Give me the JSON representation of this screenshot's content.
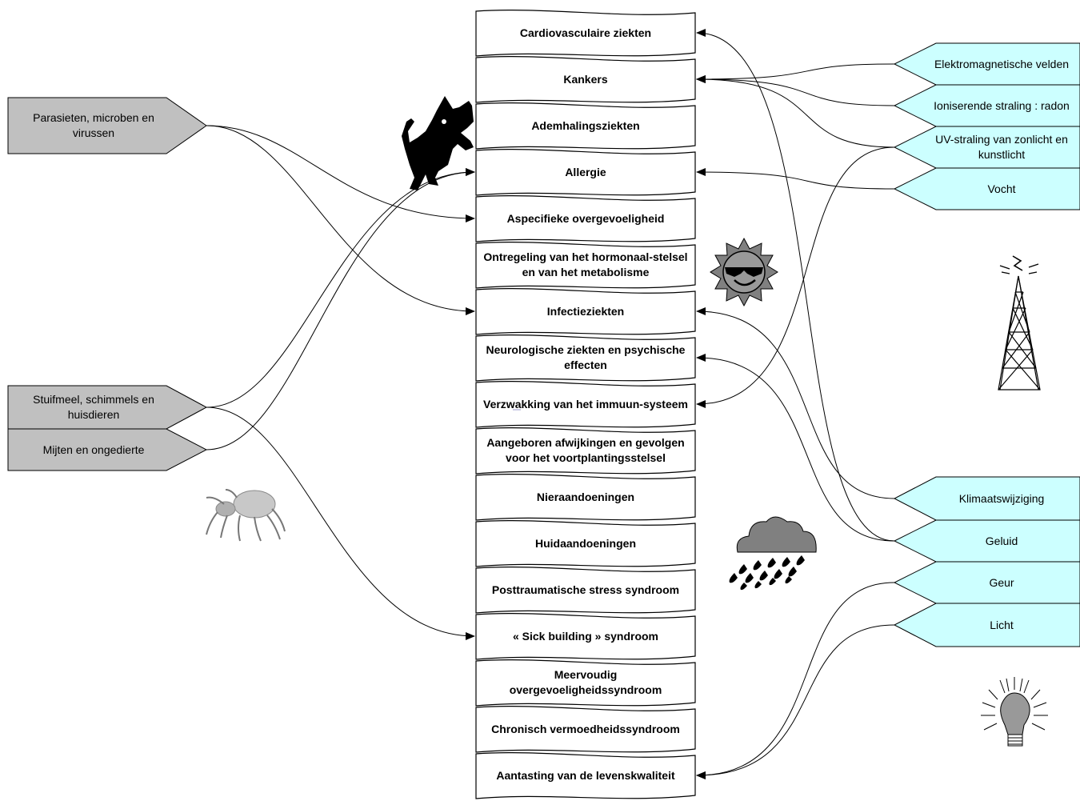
{
  "diseases": [
    {
      "id": "d1",
      "label": "Cardiovasculaire ziekten"
    },
    {
      "id": "d2",
      "label": "Kankers"
    },
    {
      "id": "d3",
      "label": "Ademhalingsziekten"
    },
    {
      "id": "d4",
      "label": "Allergie"
    },
    {
      "id": "d5",
      "label": "Aspecifieke overgevoeligheid"
    },
    {
      "id": "d6",
      "label": "Ontregeling van het hormonaal-stelsel en van het  metabolisme"
    },
    {
      "id": "d7",
      "label": "Infectieziekten"
    },
    {
      "id": "d8",
      "label": "Neurologische ziekten en psychische effecten"
    },
    {
      "id": "d9",
      "label": "Verzwakking van het immuun-systeem"
    },
    {
      "id": "d10",
      "label": "Aangeboren afwijkingen en gevolgen voor het voortplantingsstelsel"
    },
    {
      "id": "d11",
      "label": "Nieraandoeningen"
    },
    {
      "id": "d12",
      "label": "Huidaandoeningen"
    },
    {
      "id": "d13",
      "label": "Posttraumatische stress syndroom"
    },
    {
      "id": "d14",
      "label": "« Sick building » syndroom"
    },
    {
      "id": "d15",
      "label": "Meervoudig overgevoeligheidssyndroom"
    },
    {
      "id": "d16",
      "label": "Chronisch vermoedheidssyndroom"
    },
    {
      "id": "d17",
      "label": "Aantasting van de levenskwaliteit"
    }
  ],
  "biological_factors": [
    {
      "id": "b1",
      "label": "Parasieten, microben en virussen"
    },
    {
      "id": "b2",
      "label": "Stuifmeel, schimmels en huisdieren"
    },
    {
      "id": "b3",
      "label": "Mijten en ongedierte"
    }
  ],
  "physical_factors": [
    {
      "id": "p1",
      "label": "Elektromagnetische velden"
    },
    {
      "id": "p2",
      "label": "Ioniserende straling : radon"
    },
    {
      "id": "p3",
      "label": "UV-straling van zonlicht en kunstlicht"
    },
    {
      "id": "p4",
      "label": "Vocht"
    },
    {
      "id": "p5",
      "label": "Klimaatswijziging"
    },
    {
      "id": "p6",
      "label": "Geluid"
    },
    {
      "id": "p7",
      "label": "Geur"
    },
    {
      "id": "p8",
      "label": "Licht"
    }
  ],
  "links": [
    {
      "from": "b1",
      "to": "d5"
    },
    {
      "from": "b1",
      "to": "d7"
    },
    {
      "from": "b2",
      "to": "d4"
    },
    {
      "from": "b2",
      "to": "d14"
    },
    {
      "from": "b3",
      "to": "d4"
    },
    {
      "from": "p1",
      "to": "d2"
    },
    {
      "from": "p2",
      "to": "d2"
    },
    {
      "from": "p3",
      "to": "d2"
    },
    {
      "from": "p3",
      "to": "d9"
    },
    {
      "from": "p4",
      "to": "d4"
    },
    {
      "from": "p5",
      "to": "d7"
    },
    {
      "from": "p6",
      "to": "d1"
    },
    {
      "from": "p6",
      "to": "d8"
    },
    {
      "from": "p7",
      "to": "d17"
    },
    {
      "from": "p8",
      "to": "d17"
    }
  ],
  "colors": {
    "biological_fill": "#c0c0c0",
    "physical_fill": "#ccffff",
    "stroke": "#000000"
  },
  "icons": [
    "cat-icon",
    "sun-icon",
    "antenna-icon",
    "dust-mite-icon",
    "rain-cloud-icon",
    "light-bulb-icon"
  ]
}
